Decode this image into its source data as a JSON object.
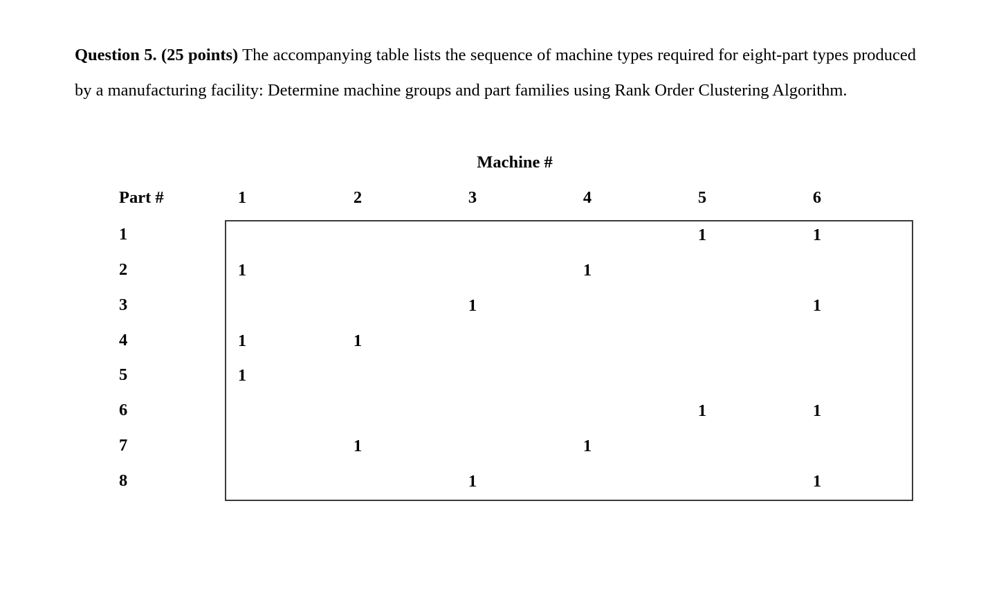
{
  "question": {
    "label": "Question 5. (25 points)",
    "body": " The accompanying table lists the sequence of machine types required for eight-part types produced by a manufacturing facility: Determine machine groups and part families using Rank Order Clustering Algorithm."
  },
  "table": {
    "machine_header": "Machine #",
    "part_header": "Part #",
    "machine_columns": [
      "1",
      "2",
      "3",
      "4",
      "5",
      "6"
    ],
    "part_rows": [
      "1",
      "2",
      "3",
      "4",
      "5",
      "6",
      "7",
      "8"
    ],
    "mark": "1",
    "border_color": "#3a3a3a",
    "matrix": [
      [
        0,
        0,
        0,
        0,
        1,
        1
      ],
      [
        1,
        0,
        0,
        1,
        0,
        0
      ],
      [
        0,
        0,
        1,
        0,
        0,
        1
      ],
      [
        1,
        1,
        0,
        0,
        0,
        0
      ],
      [
        1,
        0,
        0,
        0,
        0,
        0
      ],
      [
        0,
        0,
        0,
        0,
        1,
        1
      ],
      [
        0,
        1,
        0,
        1,
        0,
        0
      ],
      [
        0,
        0,
        1,
        0,
        0,
        1
      ]
    ]
  },
  "layout": {
    "column_x": [
      330,
      497,
      663,
      829,
      995,
      1161
    ],
    "row_y": [
      325,
      376,
      427,
      478,
      528,
      579,
      630,
      681
    ]
  }
}
